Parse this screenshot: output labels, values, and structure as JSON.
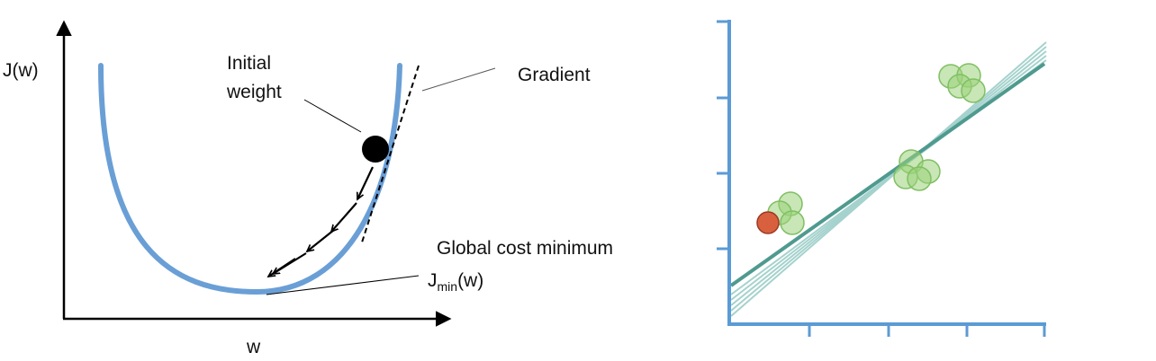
{
  "left_panel": {
    "y_axis_label": "J(w)",
    "x_axis_label": "w",
    "initial_weight": {
      "line1": "Initial",
      "line2": "weight"
    },
    "gradient_label": "Gradient",
    "global_min": {
      "line1": "Global cost minimum",
      "j": "J",
      "sub": "min",
      "tail": "(w)"
    }
  },
  "right_panel": {
    "tick_count_x": 4,
    "tick_count_y": 4,
    "colors": {
      "axis": "#5b9bd5",
      "fit_line": "#4f9a8f",
      "faint_fit_lines": "#8fc7c1",
      "green_points": "#9ad27a",
      "red_point": "#d9603f"
    }
  },
  "colors": {
    "cost_curve": "#6a9fd6",
    "axis_black": "#000000"
  }
}
